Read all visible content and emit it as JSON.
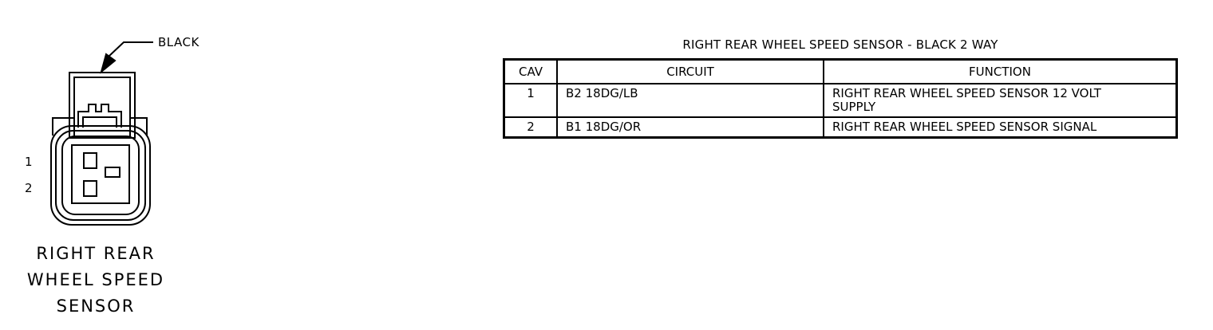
{
  "connector": {
    "color_label": "BLACK",
    "pins": [
      "1",
      "2"
    ],
    "name_lines": [
      "RIGHT REAR",
      "WHEEL SPEED",
      "SENSOR"
    ]
  },
  "table": {
    "title": "RIGHT REAR WHEEL SPEED SENSOR - BLACK 2 WAY",
    "headers": [
      "CAV",
      "CIRCUIT",
      "FUNCTION"
    ],
    "rows": [
      {
        "cav": "1",
        "circuit": "B2 18DG/LB",
        "function": "RIGHT REAR WHEEL SPEED SENSOR 12 VOLT SUPPLY"
      },
      {
        "cav": "2",
        "circuit": "B1 18DG/OR",
        "function": "RIGHT REAR WHEEL SPEED SENSOR SIGNAL"
      }
    ]
  }
}
